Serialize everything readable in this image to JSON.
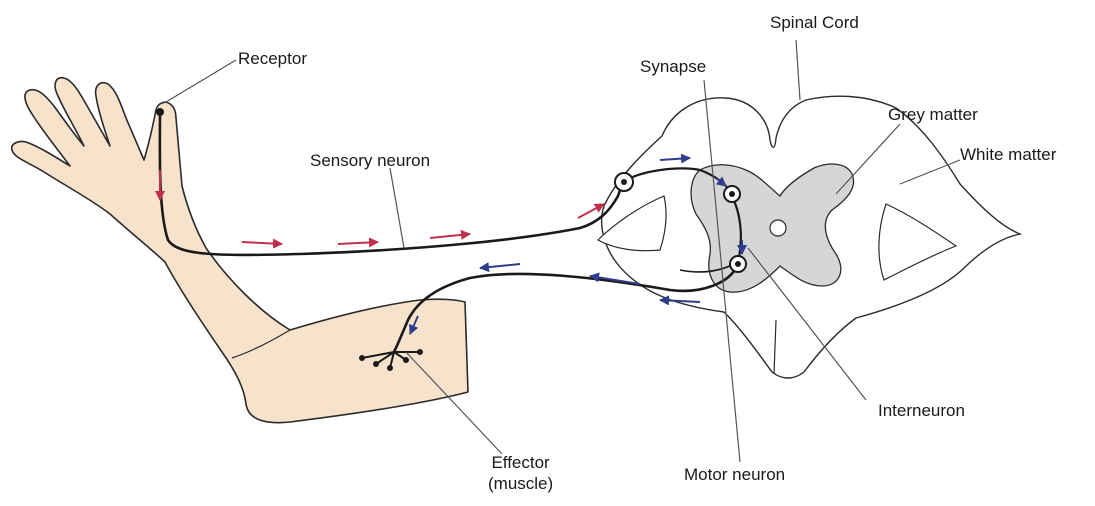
{
  "labels": {
    "spinal_cord": "Spinal Cord",
    "receptor": "Receptor",
    "synapse": "Synapse",
    "grey_matter": "Grey matter",
    "white_matter": "White matter",
    "sensory_neuron": "Sensory neuron",
    "interneuron": "Interneuron",
    "motor_neuron": "Motor neuron",
    "effector_line1": "Effector",
    "effector_line2": "(muscle)"
  },
  "colors": {
    "skin": "#f7e2cc",
    "skin_outline": "#2b2b2b",
    "grey_matter": "#d6d6d6",
    "white_matter": "#ffffff",
    "neuron": "#1a1a1a",
    "afferent_arrow": "#c0304a",
    "efferent_arrow": "#2c3e8c",
    "leader_line": "#555555"
  }
}
